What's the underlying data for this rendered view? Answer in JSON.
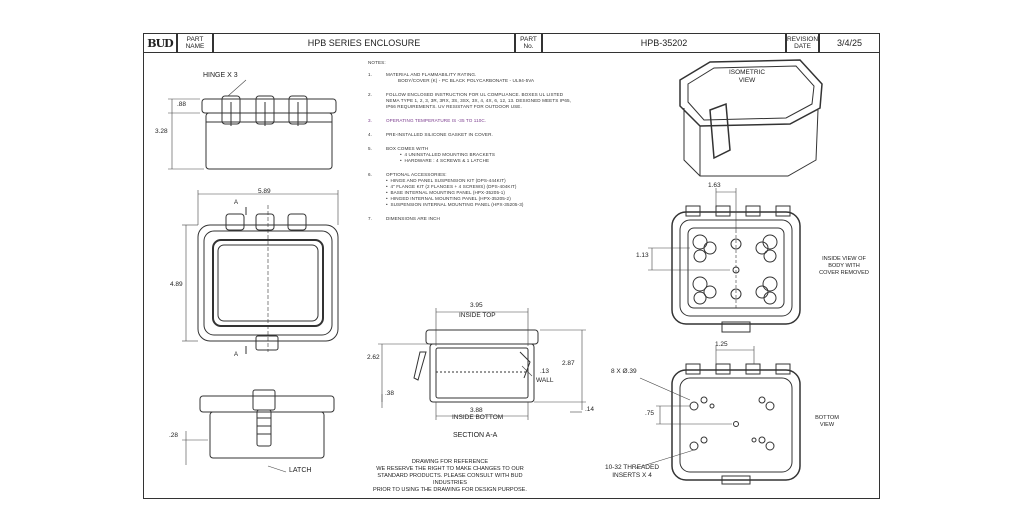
{
  "title_block": {
    "logo": "BUD",
    "part_name_label": "PART NAME",
    "part_name": "HPB SERIES ENCLOSURE",
    "part_no_label": "PART No.",
    "part_no": "HPB-35202",
    "revision_label": "REVISION DATE",
    "revision_date": "3/4/25"
  },
  "notes": {
    "heading": "NOTES:",
    "items": [
      {
        "num": "1.",
        "text": "MATERIAL AND FLAMMABILITY RATING.",
        "sub": "BODY/COVER (K) - PC BLACK POLYCARBONATE - UL94-5VA"
      },
      {
        "num": "2.",
        "text": "FOLLOW ENCLOSED INSTRUCTION FOR UL COMPLIANCE. BOXES UL LISTED",
        "sub": "NEMA TYPE 1, 2, 3, 3R, 3RX, 3S, 3SX, 3X, 4, 4X, 6, 12, 13. DESIGNED MEETS IP65,",
        "sub2": "IP66 REQUIREMENTS. UV RESISTANT FOR OUTDOOR USE."
      },
      {
        "num": "3.",
        "text": "OPERATING TEMPERATURE IS -35 TO 110C."
      },
      {
        "num": "4.",
        "text": "PRE-INSTALLED SILICONE GASKET IN COVER."
      },
      {
        "num": "5.",
        "text": "BOX COMES WITH",
        "bullets": [
          "4 UNINSTALLED MOUNTING BRACKETS",
          "HARDWARE : 4 SCREWS & 1 LATCHE"
        ]
      },
      {
        "num": "6.",
        "text": "OPTIONAL ACCESSORIES:",
        "bullets": [
          "HINGE AND PANEL SUSPENSION KIT  (DPS-444KIT)",
          "4\" FLANGE KIT (2 FLANGES + 4 SCREWS) (DPS-404KIT)",
          "BASE INTERNAL MOUNTING PANEL  (HPX-35205-1)",
          "HINGED INTERNAL MOUNTING PANEL  (HPX-35205-2)",
          "SUSPENSION INTERNAL MOUNTING PANEL  (HPX-35205-3)"
        ]
      },
      {
        "num": "7.",
        "text": "DIMENSIONS ARE INCH"
      }
    ]
  },
  "labels": {
    "hinge": "HINGE X 3",
    "latch": "LATCH",
    "isometric": "ISOMETRIC VIEW",
    "inside_view": "INSIDE VIEW OF BODY WITH COVER REMOVED",
    "bottom_view": "BOTTOM VIEW",
    "section": "SECTION A-A",
    "inside_top": "INSIDE TOP",
    "inside_bottom": "INSIDE BOTTOM",
    "wall": "WALL",
    "threaded": "10-32 THREADED INSERTS X 4",
    "hole_callout": "8 X Ø.39",
    "section_marker": "A"
  },
  "dimensions": {
    "d_088": ".88",
    "d_328": "3.28",
    "d_589": "5.89",
    "d_489": "4.89",
    "d_028": ".28",
    "d_395": "3.95",
    "d_262": "2.62",
    "d_287": "2.87",
    "d_013": ".13",
    "d_038": ".38",
    "d_388": "3.88",
    "d_014": ".14",
    "d_163": "1.63",
    "d_113": "1.13",
    "d_125": "1.25",
    "d_075": ".75"
  },
  "reference_note": {
    "line1": "DRAWING FOR REFERENCE",
    "line2": "WE RESERVE THE RIGHT TO MAKE CHANGES TO OUR",
    "line3": "STANDARD PRODUCTS.  PLEASE CONSULT WITH BUD INDUSTRIES",
    "line4": "PRIOR TO USING THE DRAWING FOR DESIGN PURPOSE."
  }
}
